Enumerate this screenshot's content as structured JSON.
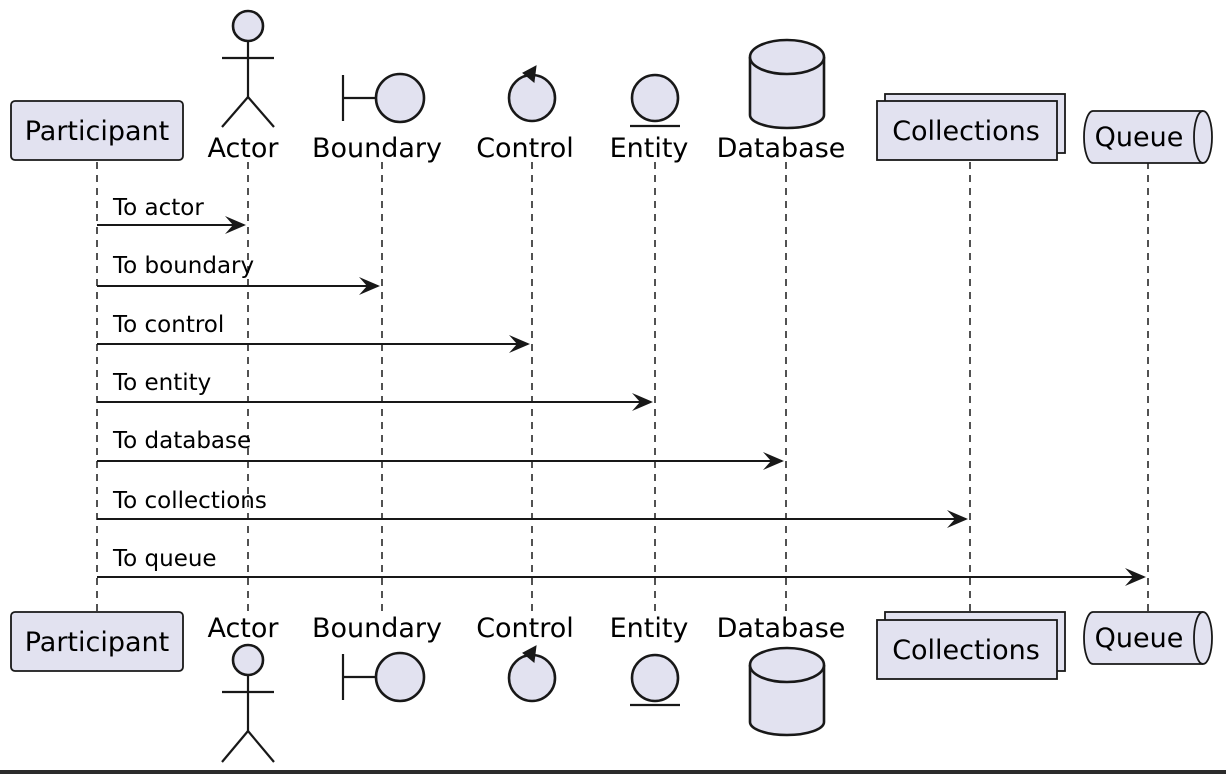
{
  "diagram": {
    "type": "sequence",
    "participants": [
      {
        "id": "participant",
        "label": "Participant",
        "kind": "participant"
      },
      {
        "id": "actor",
        "label": "Actor",
        "kind": "actor"
      },
      {
        "id": "boundary",
        "label": "Boundary",
        "kind": "boundary"
      },
      {
        "id": "control",
        "label": "Control",
        "kind": "control"
      },
      {
        "id": "entity",
        "label": "Entity",
        "kind": "entity"
      },
      {
        "id": "database",
        "label": "Database",
        "kind": "database"
      },
      {
        "id": "collections",
        "label": "Collections",
        "kind": "collections"
      },
      {
        "id": "queue",
        "label": "Queue",
        "kind": "queue"
      }
    ],
    "messages": [
      {
        "from": "participant",
        "to": "actor",
        "label": "To actor"
      },
      {
        "from": "participant",
        "to": "boundary",
        "label": "To boundary"
      },
      {
        "from": "participant",
        "to": "control",
        "label": "To control"
      },
      {
        "from": "participant",
        "to": "entity",
        "label": "To entity"
      },
      {
        "from": "participant",
        "to": "database",
        "label": "To database"
      },
      {
        "from": "participant",
        "to": "collections",
        "label": "To collections"
      },
      {
        "from": "participant",
        "to": "queue",
        "label": "To queue"
      }
    ],
    "colors": {
      "fill": "#e2e2f0",
      "stroke": "#181818",
      "text": "#000000",
      "background": "#ffffff"
    }
  }
}
